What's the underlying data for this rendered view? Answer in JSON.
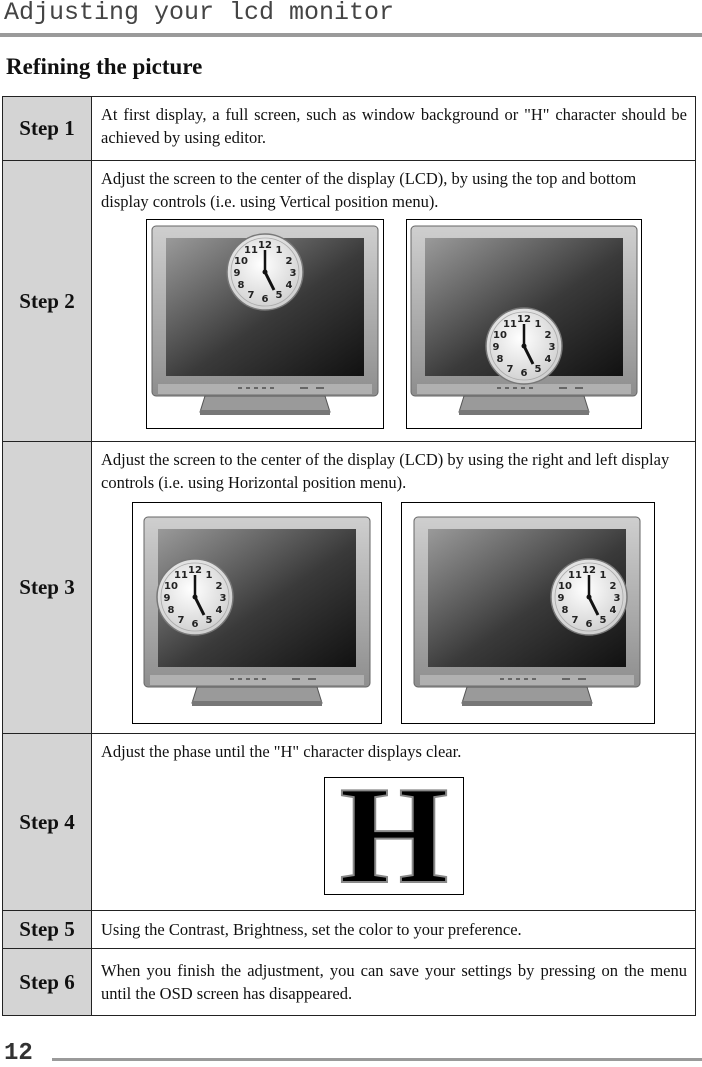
{
  "header": {
    "title": "Adjusting your lcd monitor"
  },
  "section_title": "Refining the picture",
  "steps": [
    {
      "label": "Step 1",
      "text": "At first display, a full screen, such as window background or \"H\" character should be achieved by using editor."
    },
    {
      "label": "Step 2",
      "text": "Adjust the screen to the center of the display (LCD), by using the top and bottom display controls (i.e. using Vertical position menu)."
    },
    {
      "label": "Step 3",
      "text": "Adjust the screen to the center of the display (LCD) by using the right and left display controls (i.e. using Horizontal position menu)."
    },
    {
      "label": "Step 4",
      "text": "Adjust the phase until the \"H\" character displays clear."
    },
    {
      "label": "Step 5",
      "text": "Using the Contrast, Brightness, set the color to your preference."
    },
    {
      "label": "Step 6",
      "text": "When you finish the adjustment, you can save your settings by pressing on the menu until the OSD screen has disappeared."
    }
  ],
  "h_sample": "H",
  "footer": {
    "page_number": "12"
  }
}
